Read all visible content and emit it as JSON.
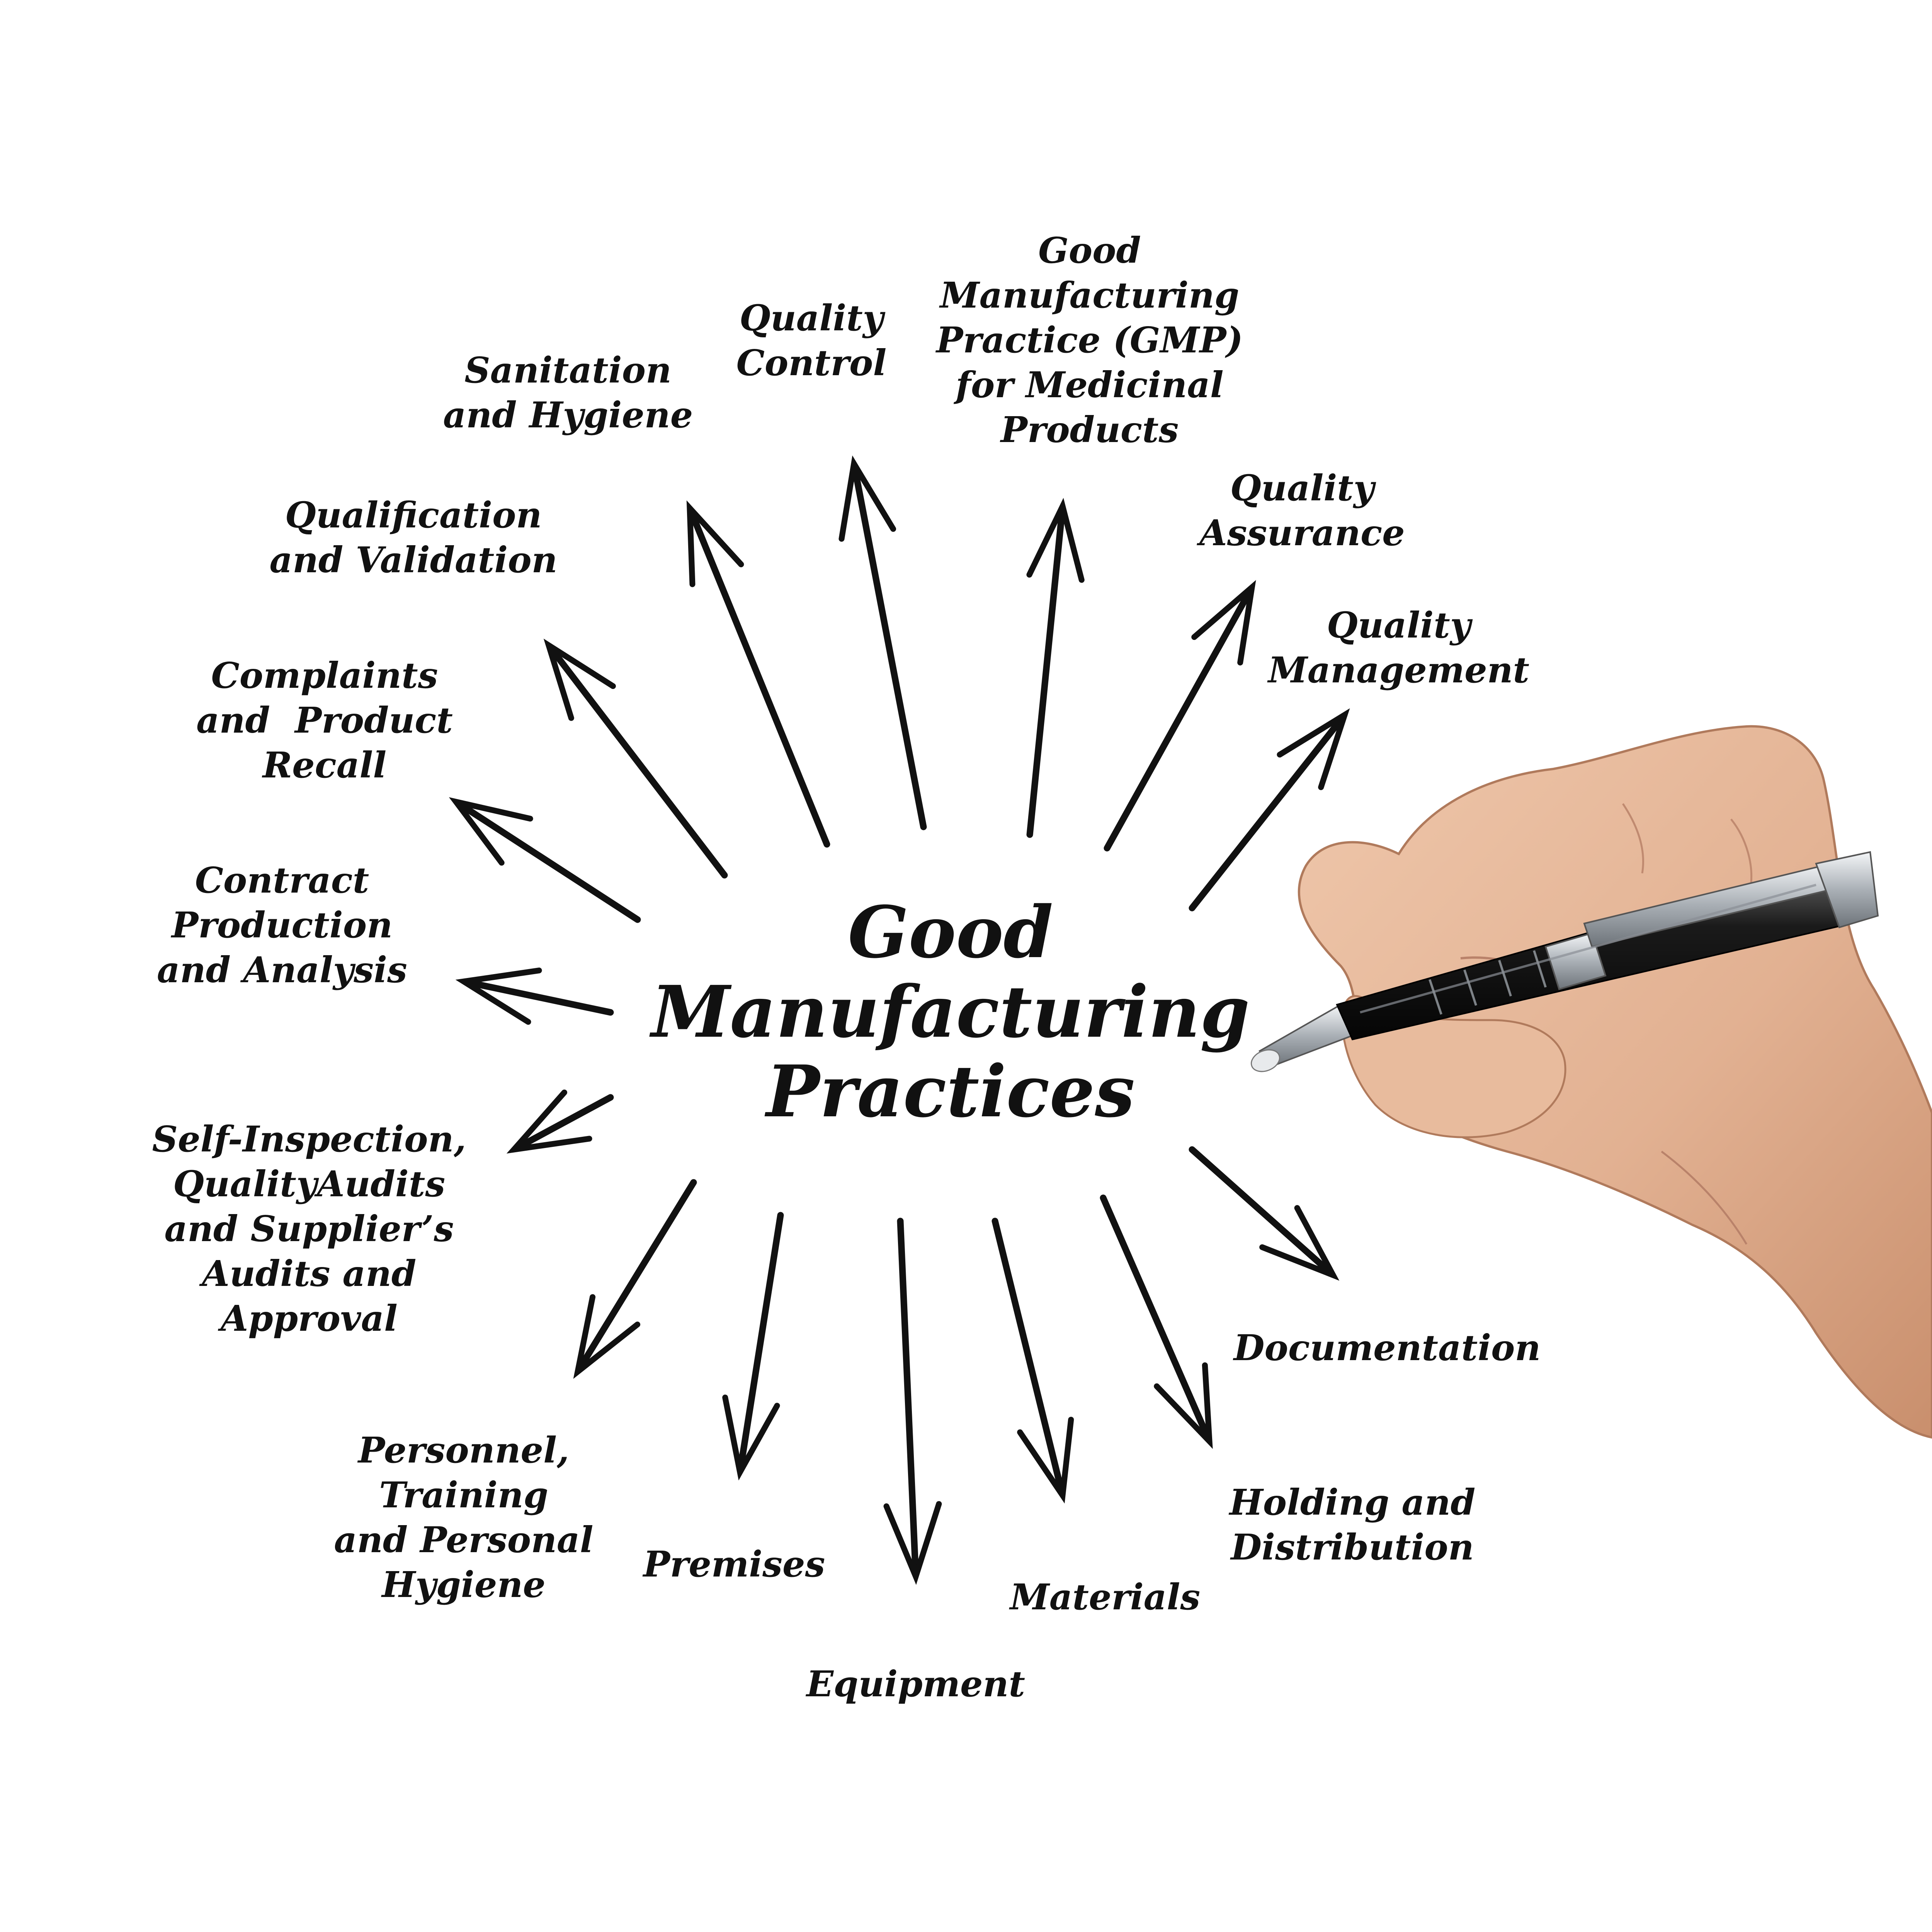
{
  "center": {
    "title": "Good\nManufacturing\nPractices"
  },
  "topics": [
    {
      "id": "gmp-medicinal",
      "label": "Good\nManufacturing\nPractice (GMP)\nfor Medicinal\nProducts"
    },
    {
      "id": "quality-control",
      "label": "Quality\nControl"
    },
    {
      "id": "sanitation-hygiene",
      "label": "Sanitation\nand Hygiene"
    },
    {
      "id": "qualification-validation",
      "label": "Qualification\nand Validation"
    },
    {
      "id": "complaints-recall",
      "label": "Complaints\nand  Product\nRecall"
    },
    {
      "id": "contract-production",
      "label": "Contract\nProduction\nand Analysis"
    },
    {
      "id": "self-inspection",
      "label": "Self-Inspection,\nQualityAudits\nand Supplier’s\nAudits and\nApproval"
    },
    {
      "id": "personnel-training",
      "label": "Personnel,\nTraining\nand Personal\nHygiene"
    },
    {
      "id": "premises",
      "label": "Premises"
    },
    {
      "id": "equipment",
      "label": "Equipment"
    },
    {
      "id": "materials",
      "label": "Materials"
    },
    {
      "id": "holding-distribution",
      "label": "Holding and\nDistribution"
    },
    {
      "id": "documentation",
      "label": "Documentation"
    },
    {
      "id": "quality-management",
      "label": "Quality\nManagement"
    },
    {
      "id": "quality-assurance",
      "label": "Quality\nAssurance"
    }
  ],
  "colors": {
    "ink": "#111111",
    "background": "#ffffff",
    "skin": "#e2b192",
    "pen_body": "#1b1b1b",
    "pen_metal": "#c9cdd1"
  },
  "icons": {
    "hand": "hand-holding-pen-icon",
    "pen": "pen-icon"
  }
}
